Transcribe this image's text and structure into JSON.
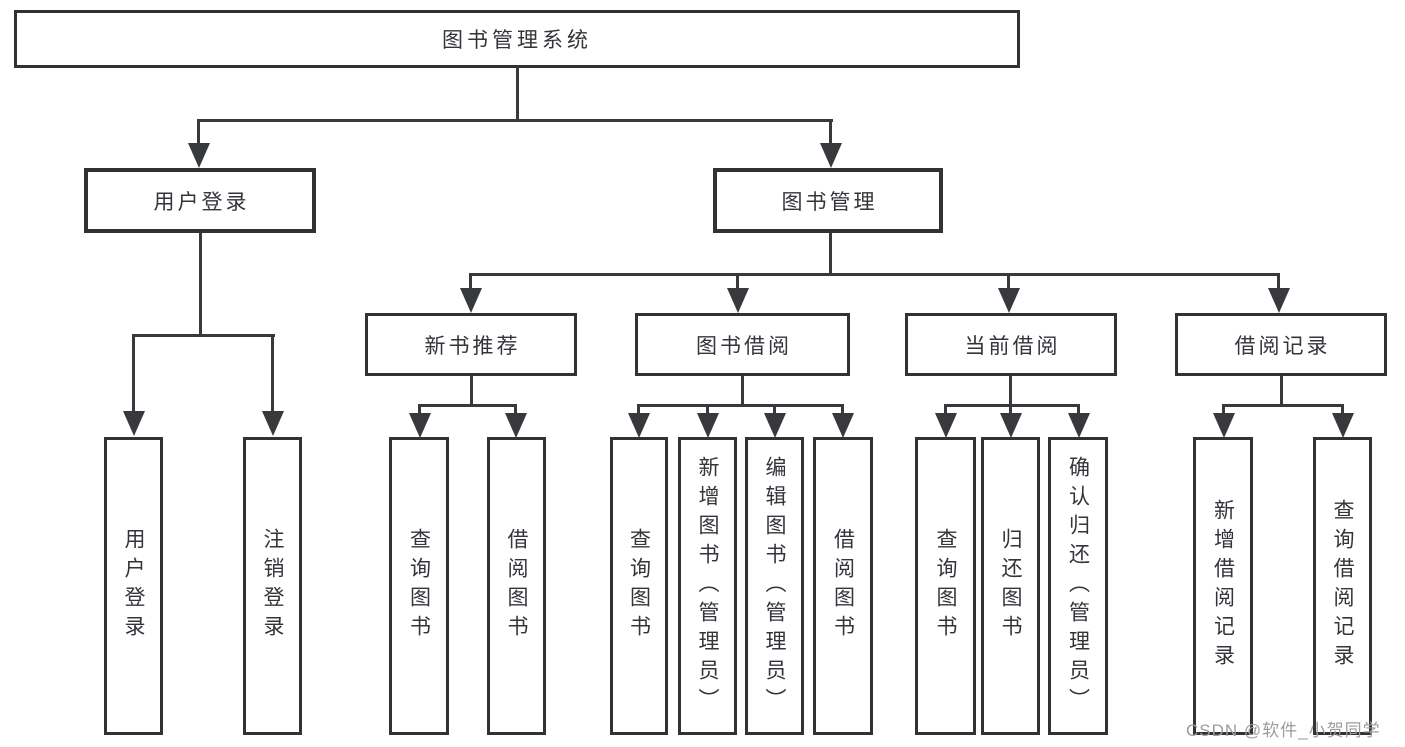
{
  "diagram": {
    "title": "图书管理系统",
    "level2": {
      "user_login": "用户登录",
      "book_management": "图书管理"
    },
    "level3": {
      "new_book_recommend": "新书推荐",
      "book_borrow": "图书借阅",
      "current_borrow": "当前借阅",
      "borrow_record": "借阅记录"
    },
    "leaves": {
      "user_login": [
        "用户登录",
        "注销登录"
      ],
      "new_book_recommend": [
        "查询图书",
        "借阅图书"
      ],
      "book_borrow": [
        "查询图书",
        "新增图书（管理员）",
        "编辑图书（管理员）",
        "借阅图书"
      ],
      "current_borrow": [
        "查询图书",
        "归还图书",
        "确认归还（管理员）"
      ],
      "borrow_record": [
        "新增借阅记录",
        "查询借阅记录"
      ]
    }
  },
  "watermark": {
    "text": "CSDN @软件_小贺同学",
    "color": "#9c9c9c"
  },
  "colors": {
    "background": "#ffffff",
    "line": "#37393d",
    "border": "#303236",
    "text": "#33353a"
  }
}
